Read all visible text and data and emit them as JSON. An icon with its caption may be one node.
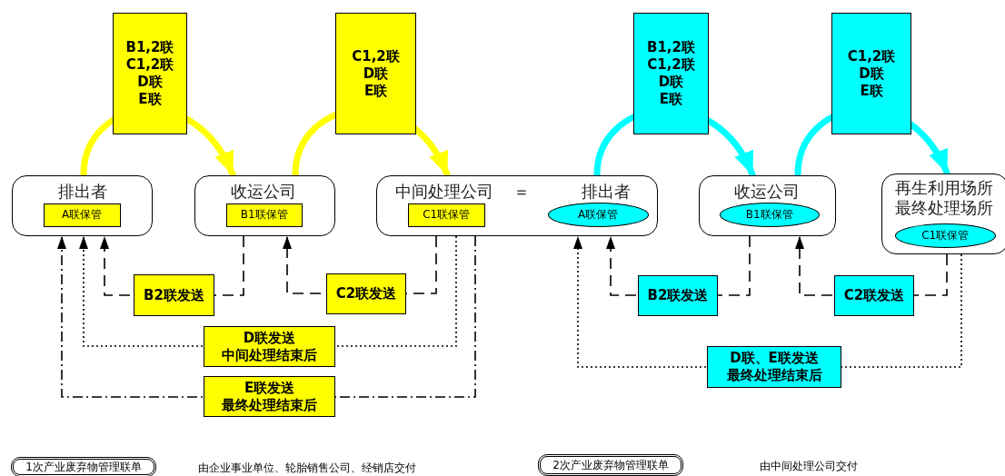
{
  "diagram": {
    "nodes": [
      {
        "text": [
          "排出者"
        ]
      },
      {
        "text": [
          "A联保管"
        ],
        "in": 0
      },
      {
        "text": [
          "收运公司"
        ]
      },
      {
        "text": [
          "B1联保管"
        ],
        "in": 2
      },
      {
        "text": [
          "中间处理公司",
          "＝",
          "排出者"
        ]
      },
      {
        "text": [
          "C1联保管"
        ],
        "in": 4
      },
      {
        "text": [
          "A联保管"
        ],
        "in": 4
      },
      {
        "text": [
          "收运公司"
        ]
      },
      {
        "text": [
          "B1联保管"
        ],
        "in": 7
      },
      {
        "text": [
          "再生利用场所最终处理场所"
        ]
      },
      {
        "text": [
          "C1联保管"
        ],
        "in": 9
      },
      {
        "text": [
          "1次产业废弃物管理联单"
        ],
        "beside": [
          "由企业事业单位、轮胎销售公司、经销店交付"
        ]
      },
      {
        "text": [
          "2次产业废弃物管理联单"
        ]
      }
    ],
    "labels": [
      "由中间处理公司交付"
    ],
    "edges": [
      {
        "from": 0,
        "to": 2,
        "arrow": "to",
        "label": "B1,2联 C1,2联 D联 E联",
        "style": "thick",
        "color": "#ffff00"
      },
      {
        "from": 2,
        "to": 4,
        "arrow": "to",
        "label": "C1,2联 D联 E联",
        "style": "thick",
        "color": "#ffff00"
      },
      {
        "from": 4,
        "to": 7,
        "arrow": "to",
        "label": "B1,2联 C1,2联 D联 E联",
        "style": "thick",
        "color": "#00ffff"
      },
      {
        "from": 7,
        "to": 9,
        "arrow": "to",
        "label": "C1,2联 D联 E联",
        "style": "thick",
        "color": "#00ffff"
      },
      {
        "from": 2,
        "to": 0,
        "arrow": "to",
        "label": "B2联发送",
        "style": "dashed"
      },
      {
        "from": 4,
        "to": 2,
        "arrow": "to",
        "label": "C2联发送",
        "style": "dashed"
      },
      {
        "from": 4,
        "to": 0,
        "arrow": "to",
        "label": "D联发送中间处理结束后",
        "style": "dashed"
      },
      {
        "from": 4,
        "to": 0,
        "arrow": "to",
        "label": "E联发送最终处理结束后",
        "style": "dashed"
      },
      {
        "from": 7,
        "to": 4,
        "arrow": "to",
        "label": "B2联发送",
        "style": "dashed"
      },
      {
        "from": 9,
        "to": 7,
        "arrow": "to",
        "label": "C2联发送",
        "style": "dashed"
      },
      {
        "from": 9,
        "to": 4,
        "arrow": "to",
        "label": "D联、E联发送最终处理结束后",
        "style": "dashed"
      }
    ]
  }
}
